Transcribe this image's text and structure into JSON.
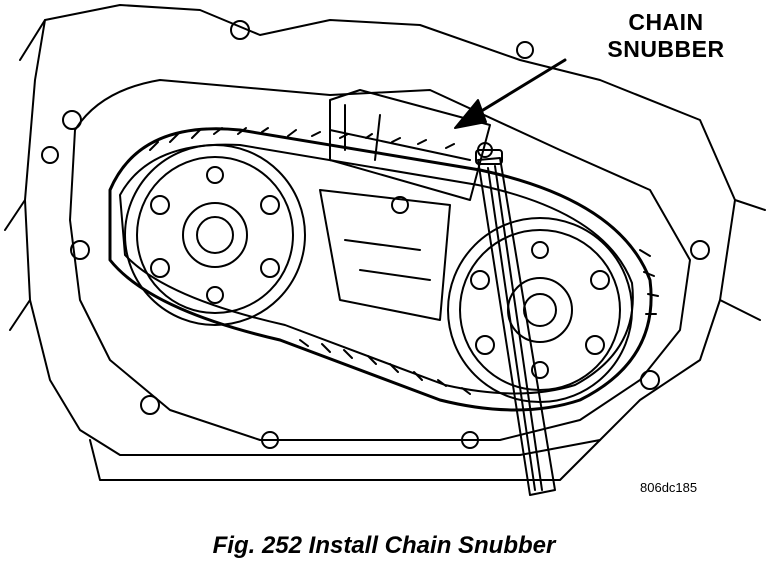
{
  "callout": {
    "line1": "CHAIN",
    "line2": "SNUBBER"
  },
  "figure_code": "806dc185",
  "caption": "Fig. 252 Install Chain Snubber",
  "colors": {
    "ink": "#000000",
    "paper": "#ffffff"
  }
}
